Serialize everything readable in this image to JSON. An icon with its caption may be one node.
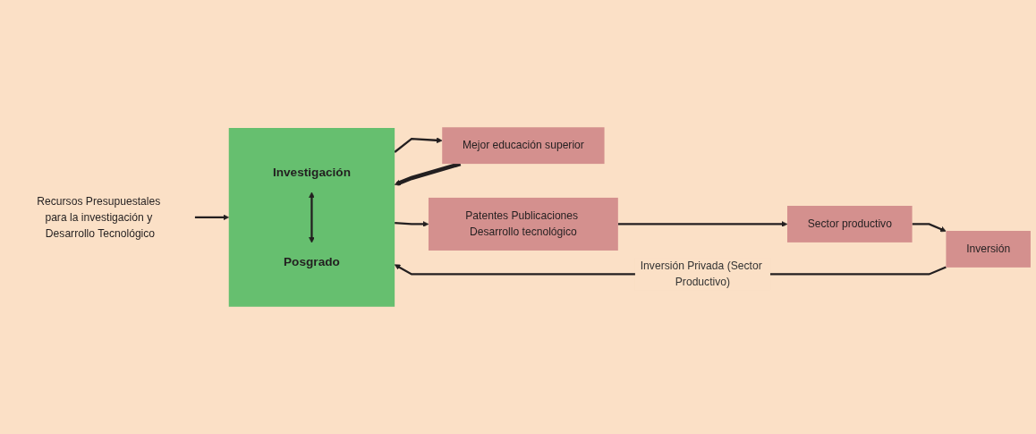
{
  "diagram": {
    "nodes": [
      {
        "text": [
          "Recursos Presupuestales para la investigación y Desarrollo Tecnológico"
        ]
      },
      {
        "text": [],
        "shape": "box"
      },
      {
        "text": [
          "Investigación"
        ],
        "in": 1
      },
      {
        "text": [
          "Posgrado"
        ],
        "in": 1
      },
      {
        "text": [
          "Mejor educación superior"
        ]
      },
      {
        "text": [
          "Patentes Publicaciones Desarrollo tecnológico"
        ]
      },
      {
        "text": [
          "Sector productivo"
        ]
      },
      {
        "text": [
          "Inversión"
        ]
      }
    ],
    "edges": [
      {
        "from": 0,
        "to": 1,
        "arrow": "to"
      },
      {
        "from": 2,
        "to": 3,
        "arrow": "both"
      },
      {
        "from": 1,
        "to": 4,
        "arrow": "to"
      },
      {
        "from": 4,
        "to": 1,
        "arrow": "to",
        "style": "thick"
      },
      {
        "from": 1,
        "to": 5,
        "arrow": "to"
      },
      {
        "from": 5,
        "to": 6,
        "arrow": "to"
      },
      {
        "from": 6,
        "to": 7,
        "arrow": "to"
      },
      {
        "from": 7,
        "to": 1,
        "arrow": "to",
        "label": "Inversión Privada (Sector Productivo)"
      }
    ]
  }
}
